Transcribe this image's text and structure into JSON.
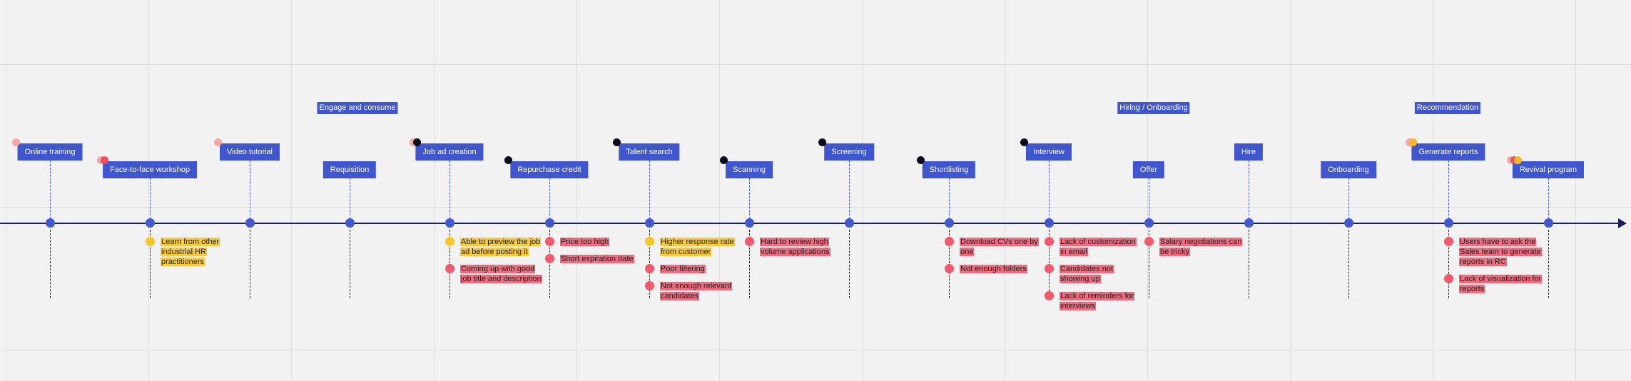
{
  "phases": [
    {
      "label": "Engage and consume"
    },
    {
      "label": "Hiring / Onboarding"
    },
    {
      "label": "Recommendation"
    }
  ],
  "stages": [
    {
      "label": "Online training",
      "markers": [
        "salmon"
      ],
      "notes": []
    },
    {
      "label": "Face-to-face workshop",
      "markers": [
        "salmon",
        "red"
      ],
      "notes": [
        {
          "text": "Learn from other industrial HR practitioners",
          "kind": "positive"
        }
      ]
    },
    {
      "label": "Video tutorial",
      "markers": [
        "salmon"
      ],
      "notes": []
    },
    {
      "label": "Requisition",
      "markers": [],
      "notes": []
    },
    {
      "label": "Job ad creation",
      "markers": [
        "salmon",
        "black"
      ],
      "notes": [
        {
          "text": "Able to preview the job ad before posting it",
          "kind": "positive"
        },
        {
          "text": "Coming up with good job title and description",
          "kind": "pain"
        }
      ]
    },
    {
      "label": "Repurchase credit",
      "markers": [
        "black"
      ],
      "notes": [
        {
          "text": "Price too high",
          "kind": "pain"
        },
        {
          "text": "Short expiration date",
          "kind": "pain"
        }
      ]
    },
    {
      "label": "Talent search",
      "markers": [
        "black"
      ],
      "notes": [
        {
          "text": "Higher response rate from customer",
          "kind": "positive"
        },
        {
          "text": "Poor filtering",
          "kind": "pain"
        },
        {
          "text": "Not enough relevant candidates",
          "kind": "pain"
        }
      ]
    },
    {
      "label": "Scanning",
      "markers": [
        "black"
      ],
      "notes": [
        {
          "text": "Hard to review high volume applications",
          "kind": "pain"
        }
      ]
    },
    {
      "label": "Screening",
      "markers": [
        "black"
      ],
      "notes": []
    },
    {
      "label": "Shortlisting",
      "markers": [
        "black"
      ],
      "notes": [
        {
          "text": "Download CVs one by one",
          "kind": "pain"
        },
        {
          "text": "Not enough folders",
          "kind": "pain"
        }
      ]
    },
    {
      "label": "Interview",
      "markers": [
        "black"
      ],
      "notes": [
        {
          "text": "Lack of customization in email",
          "kind": "pain"
        },
        {
          "text": "Candidates not showing up",
          "kind": "pain"
        },
        {
          "text": "Lack of reminders for interviews",
          "kind": "pain"
        }
      ]
    },
    {
      "label": "Offer",
      "markers": [],
      "notes": [
        {
          "text": "Salary negotiations can be tricky",
          "kind": "pain"
        }
      ]
    },
    {
      "label": "Hire",
      "markers": [],
      "notes": []
    },
    {
      "label": "Onboarding",
      "markers": [],
      "notes": []
    },
    {
      "label": "Generate reports",
      "markers": [
        "salmon",
        "yellow"
      ],
      "notes": [
        {
          "text": "Users have to ask the Sales team to generate reports in RC",
          "kind": "pain"
        },
        {
          "text": "Lack of visualization for reports",
          "kind": "pain"
        }
      ]
    },
    {
      "label": "Revival program",
      "markers": [
        "salmon",
        "red",
        "yellow"
      ],
      "notes": []
    }
  ],
  "colors": {
    "card": "#3f56cf",
    "axis": "#1a1f5c",
    "pain_dot": "#f05a6e",
    "pain_bg": "#f06b7e",
    "positive_dot": "#f7c52c",
    "positive_bg": "#f8c93a",
    "marker_salmon": "#f6a7a3",
    "marker_red": "#ef4f60",
    "marker_yellow": "#f4b92a",
    "marker_black": "#0b0b1c"
  }
}
